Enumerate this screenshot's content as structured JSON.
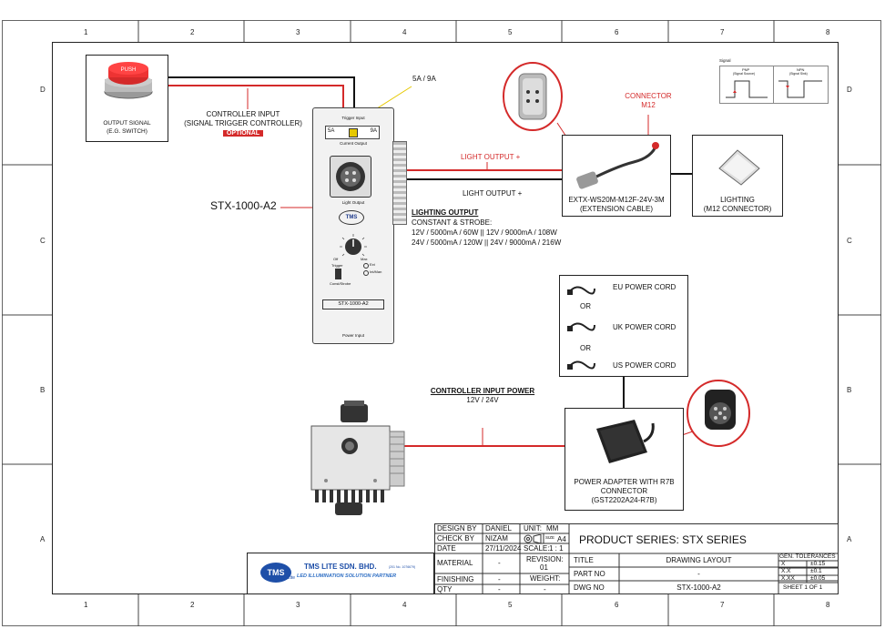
{
  "grid": {
    "cols": [
      "1",
      "2",
      "3",
      "4",
      "5",
      "6",
      "7",
      "8"
    ],
    "rows": [
      "D",
      "C",
      "B",
      "A"
    ]
  },
  "output_signal": {
    "label_line1": "OUTPUT SIGNAL",
    "label_line2": "(E.G. SWITCH)",
    "push_text": "PUSH"
  },
  "controller_input": {
    "line1": "CONTROLLER INPUT",
    "line2": "(SIGNAL TRIGGER CONTROLLER)",
    "badge": "OPTIONAL"
  },
  "current_rating": "5A / 9A",
  "device": {
    "name": "STX-1000-A2",
    "panel_trigger": "Trigger Input",
    "panel_5a": "5A",
    "panel_9a": "9A",
    "panel_current": "Current Output",
    "panel_light": "Light Output",
    "panel_brand": "TMS",
    "panel_model": "STX-1000-A2",
    "panel_power": "Power Input",
    "panel_ext": "Ext",
    "panel_int": "Int/Man",
    "panel_off": "Off",
    "panel_max": "Max",
    "panel_toggle": "Trigger",
    "panel_mode": "Const/Strobe"
  },
  "connector": {
    "line1": "CONNECTOR",
    "line2": "M12"
  },
  "light_output_red": "LIGHT OUTPUT +",
  "light_output_black": "LIGHT OUTPUT +",
  "extension": {
    "line1": "EXTX-WS20M-M12F-24V-3M",
    "line2": "(EXTENSION CABLE)"
  },
  "lighting": {
    "line1": "LIGHTING",
    "line2": "(M12 CONNECTOR)"
  },
  "signal_legend": {
    "title": "Signal",
    "pnp": "PNP",
    "pnp_sub": "(Signal Source)",
    "npn": "NPN",
    "npn_sub": "(Signal Sink)"
  },
  "lighting_output": {
    "title": "LIGHTING OUTPUT",
    "subtitle": "CONSTANT & STROBE:",
    "row1": "12V / 5000mA / 60W || 12V / 9000mA / 108W",
    "row2": "24V / 5000mA / 120W || 24V / 9000mA / 216W"
  },
  "power_cords": {
    "eu": "EU POWER CORD",
    "or1": "OR",
    "uk": "UK POWER CORD",
    "or2": "OR",
    "us": "US POWER CORD"
  },
  "controller_power": {
    "title": "CONTROLLER INPUT POWER",
    "voltage": "12V / 24V"
  },
  "adapter": {
    "line1": "POWER ADAPTER WITH R7B",
    "line2": "CONNECTOR",
    "line3": "(GST2202A24-R7B)"
  },
  "company": {
    "logo": "TMS",
    "logo_sub": "Lite",
    "name": "TMS LITE SDN. BHD.",
    "reg": "(201 No. 1076679)",
    "tagline": "LED ILLUMINATION SOLUTION PARTNER"
  },
  "title_block": {
    "design_by_label": "DESIGN BY",
    "design_by": "DANIEL",
    "check_by_label": "CHECK BY",
    "check_by": "NIZAM",
    "date_label": "DATE",
    "date": "27/11/2024",
    "unit_label": "UNIT:",
    "unit": "MM",
    "size_label": "SIZE",
    "size": "A4",
    "scale_label": "SCALE:",
    "scale": "1 : 1",
    "material_label": "MATERIAL",
    "material": "-",
    "finishing_label": "FINISHING",
    "finishing": "-",
    "qty_label": "QTY",
    "qty": "-",
    "revision_label": "REVISION:",
    "revision": "01",
    "weight_label": "WEIGHT:",
    "weight": "-",
    "product_series": "PRODUCT SERIES:  STX SERIES",
    "title_label": "TITLE",
    "title": "DRAWING LAYOUT",
    "part_label": "PART NO",
    "part": "-",
    "dwg_label": "DWG NO",
    "dwg": "STX-1000-A2",
    "tol_title": "GEN. TOLERANCES",
    "tol1_k": "X",
    "tol1_v": "±0.15",
    "tol2_k": "X.X",
    "tol2_v": "±0.1",
    "tol3_k": "X.XX",
    "tol3_v": "±0.05",
    "sheet": "SHEET 1 OF 1"
  },
  "colors": {
    "wire_red": "#d42a2a",
    "wire_black": "#111111",
    "connector_label": "#d42a2a"
  }
}
